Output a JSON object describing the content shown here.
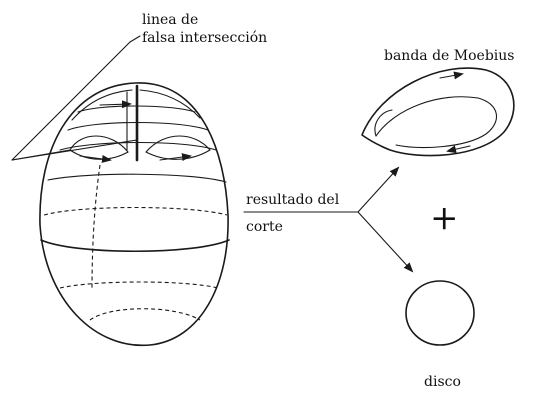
{
  "labels": {
    "false_intersection_line_1": "linea de",
    "false_intersection_line_2": "falsa intersección",
    "moebius_band": "banda de Moebius",
    "cut_result_1": "resultado del",
    "cut_result_2": "corte",
    "plus_sign": "+",
    "disk": "disco"
  }
}
